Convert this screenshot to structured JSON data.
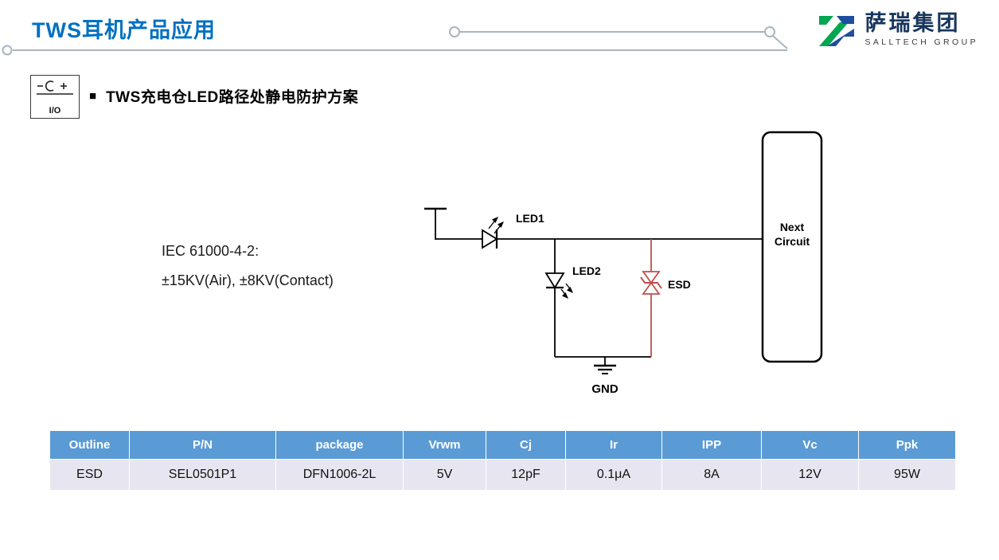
{
  "colors": {
    "title_blue": "#0070C0",
    "table_header_bg": "#5B9BD5",
    "table_row_bg": "#E7E6F0",
    "esd_red": "#C0504D",
    "logo_green": "#00A651",
    "logo_blue": "#1F4E9F"
  },
  "header": {
    "title": "TWS耳机产品应用",
    "logo_name": "萨瑞集团",
    "logo_subtitle": "SALLTECH GROUP"
  },
  "section": {
    "bullet": "■",
    "heading": "TWS充电仓LED路径处静电防护方案",
    "io_label": "I/O"
  },
  "circuit": {
    "spec_line1": "IEC 61000-4-2:",
    "spec_line2": "±15KV(Air), ±8KV(Contact)",
    "led1_label": "LED1",
    "led2_label": "LED2",
    "esd_label": "ESD",
    "gnd_label": "GND",
    "next_circuit_line1": "Next",
    "next_circuit_line2": "Circuit"
  },
  "table": {
    "headers": [
      "Outline",
      "P/N",
      "package",
      "Vrwm",
      "Cj",
      "Ir",
      "IPP",
      "Vc",
      "Ppk"
    ],
    "rows": [
      [
        "ESD",
        "SEL0501P1",
        "DFN1006-2L",
        "5V",
        "12pF",
        "0.1μA",
        "8A",
        "12V",
        "95W"
      ]
    ]
  }
}
